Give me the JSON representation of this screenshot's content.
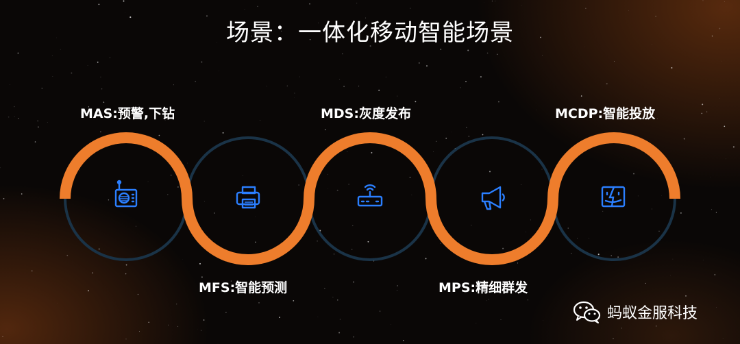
{
  "title": "场景：一体化移动智能场景",
  "nodes": [
    {
      "label": "MAS:预警,下钻",
      "icon": "radio-icon"
    },
    {
      "label": "MFS:智能预测",
      "icon": "printer-icon"
    },
    {
      "label": "MDS:灰度发布",
      "icon": "router-icon"
    },
    {
      "label": "MPS:精细群发",
      "icon": "megaphone-icon"
    },
    {
      "label": "MCDP:智能投放",
      "icon": "finder-face-icon"
    }
  ],
  "brand": {
    "name": "蚂蚁金服科技",
    "icon": "wechat-icon"
  },
  "colors": {
    "wave": "#ee7d2c",
    "ring": "#1a3347",
    "icon": "#2b7fff",
    "text": "#ffffff"
  }
}
